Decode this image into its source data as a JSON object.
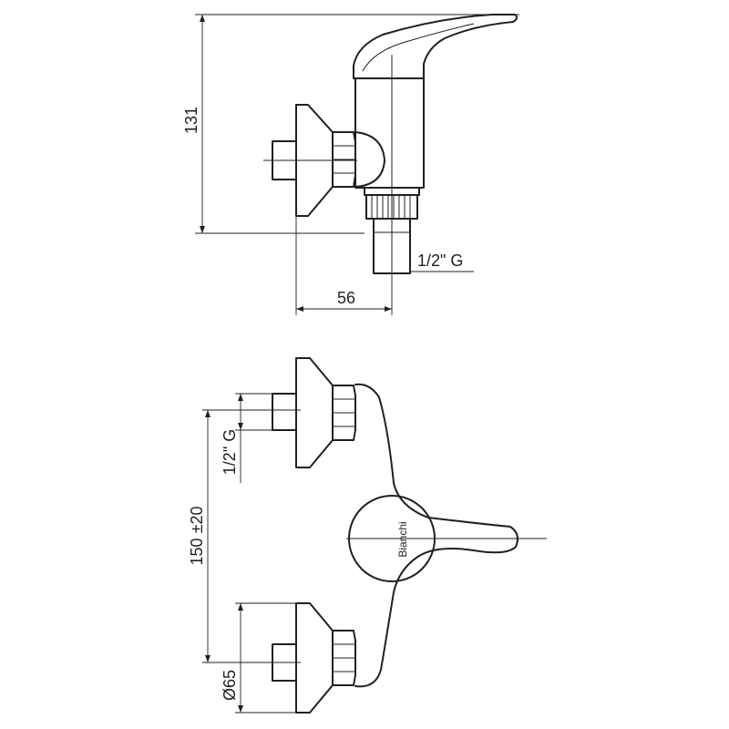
{
  "top_view": {
    "height_dim": "131",
    "depth_dim": "56",
    "outlet_thread": "1/2\" G"
  },
  "front_view": {
    "inlet_thread": "1/2\" G",
    "centers_dim": "150 ±20",
    "flange_dim": "Ø65",
    "brand_text": "Bianchi"
  }
}
